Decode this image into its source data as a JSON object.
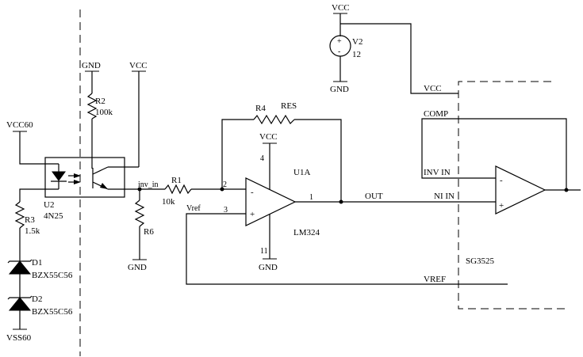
{
  "power": {
    "vcc_top": "VCC",
    "v2_name": "V2",
    "v2_value": "12",
    "gnd_v2": "GND",
    "vcc_r2_label": "GND",
    "vcc_right_u2": "VCC",
    "vcc60": "VCC60",
    "vss60": "VSS60",
    "gnd_r6": "GND",
    "vcc_opamp": "VCC",
    "gnd_opamp": "GND"
  },
  "components": {
    "r2_name": "R2",
    "r2_value": "100k",
    "u2_name": "U2",
    "u2_part": "4N25",
    "r3_name": "R3",
    "r3_value": "1.5k",
    "d1_name": "D1",
    "d1_part": "BZX55C56",
    "d2_name": "D2",
    "d2_part": "BZX55C56",
    "r1_name": "R1",
    "r1_value": "10k",
    "r6_name": "R6",
    "r4_name": "R4",
    "r4_value": "RES",
    "u1_name": "U1A",
    "u1_part": "LM324",
    "sg_name": "SG3525"
  },
  "nets": {
    "inv_in": "inv_in",
    "vref_small": "Vref",
    "out": "OUT",
    "vcc_sg": "VCC",
    "comp": "COMP",
    "inv_in_sg": "INV IN",
    "ni_in_sg": "NI IN",
    "vref_big": "VREF"
  },
  "pins": {
    "p2": "2",
    "p3": "3",
    "p1": "1",
    "p4": "4",
    "p11": "11"
  },
  "symbols": {
    "minus": "-",
    "plus": "+"
  }
}
